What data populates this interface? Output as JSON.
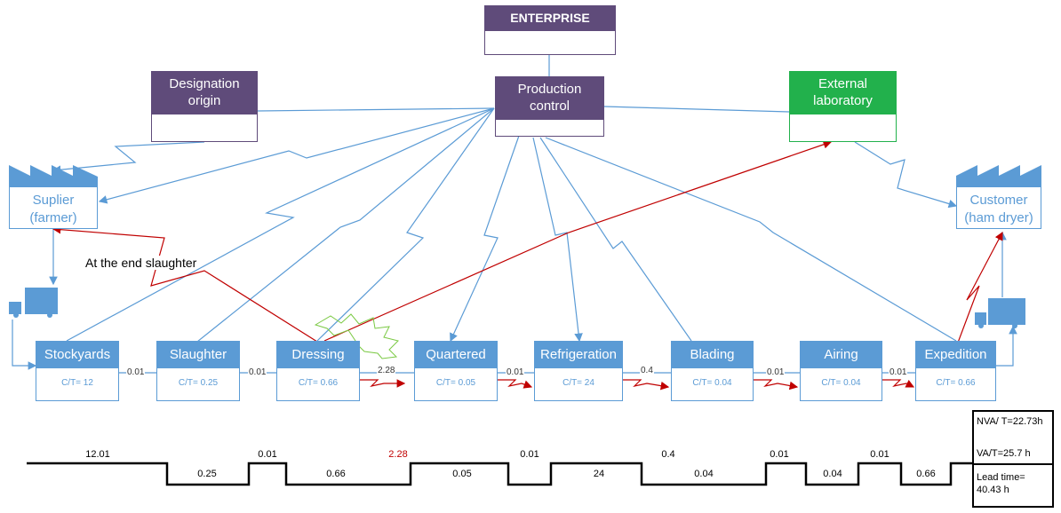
{
  "enterprise": {
    "label": "ENTERPRISE"
  },
  "production_control": {
    "label": "Production control"
  },
  "designation_origin": {
    "label": "Designation origin"
  },
  "external_laboratory": {
    "label": "External laboratory"
  },
  "supplier": {
    "label": "Suplier (farmer)"
  },
  "customer": {
    "label": "Customer (ham dryer)"
  },
  "annotation": "At the end slaughter",
  "processes": [
    {
      "name": "Stockyards",
      "ct": "C/T= 12"
    },
    {
      "name": "Slaughter",
      "ct": "C/T= 0.25"
    },
    {
      "name": "Dressing",
      "ct": "C/T= 0.66"
    },
    {
      "name": "Quartered",
      "ct": "C/T= 0.05"
    },
    {
      "name": "Refrigeration",
      "ct": "C/T= 24"
    },
    {
      "name": "Blading",
      "ct": "C/T= 0.04"
    },
    {
      "name": "Airing",
      "ct": "C/T= 0.04"
    },
    {
      "name": "Expedition",
      "ct": "C/T= 0.66"
    }
  ],
  "flow_times": [
    "0.01",
    "0.01",
    "2.28",
    "0.01",
    "0.4",
    "0.01",
    "0.01"
  ],
  "timeline": {
    "upper": [
      "12.01",
      "0.01",
      "2.28",
      "0.01",
      "0.4",
      "0.01",
      "0.01"
    ],
    "lower": [
      "0.25",
      "0.66",
      "0.05",
      "24",
      "0.04",
      "0.04",
      "0.66"
    ],
    "highlight_color": "#c00000"
  },
  "summary": {
    "nva": "NVA/ T=22.73h",
    "va": "VA/T=25.7 h",
    "lead_time": "Lead time= 40.43 h"
  },
  "colors": {
    "purple": "#5f4b7a",
    "green": "#22b14c",
    "blue": "#5b9bd5",
    "red": "#c00000"
  }
}
